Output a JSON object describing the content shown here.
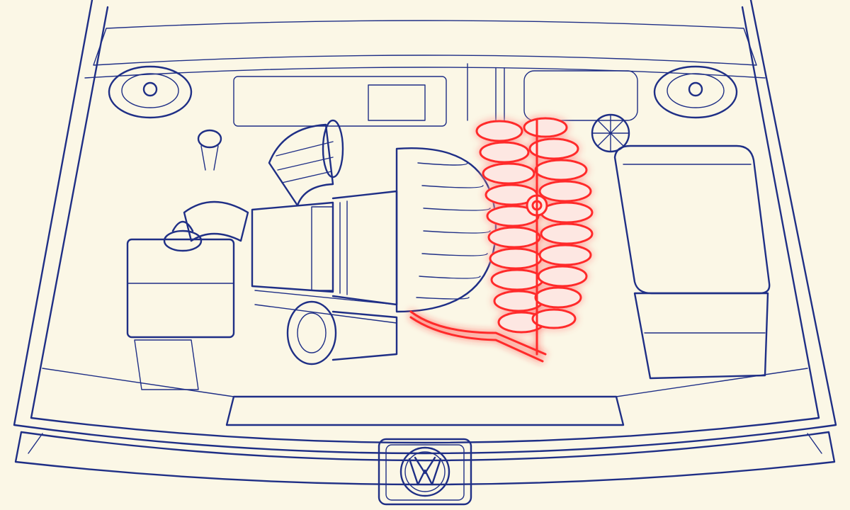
{
  "diagram": {
    "subject": "engine-bay-line-drawing",
    "style": "blueprint line art",
    "colors": {
      "background": "#fbf7e6",
      "ink": "#1f2f86",
      "highlight": "#ff2a2a"
    },
    "highlighted_part": "coiled-hose",
    "icons": [
      "vw-logo",
      "strut-top-mount",
      "fan-icon"
    ]
  }
}
